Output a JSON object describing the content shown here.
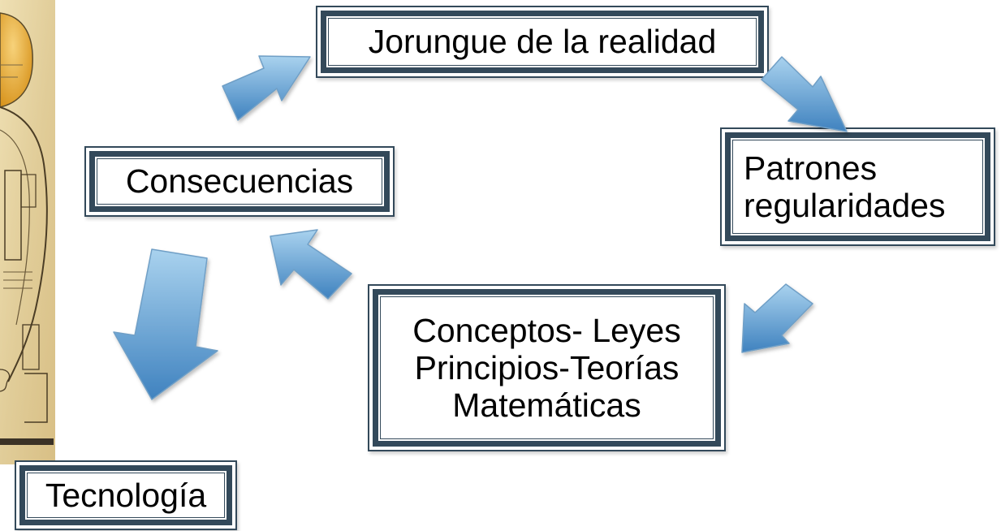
{
  "diagram": {
    "nodes": {
      "jorungue": {
        "label": "Jorungue de la realidad"
      },
      "patrones": {
        "lines": [
          "Patrones",
          "regularidades"
        ]
      },
      "consecuencias": {
        "label": "Consecuencias"
      },
      "conceptos": {
        "lines": [
          "Conceptos- Leyes",
          "Principios-Teorías",
          "Matemáticas"
        ]
      },
      "tecnologia": {
        "label": "Tecnología"
      }
    },
    "edges": [
      {
        "from": "consecuencias",
        "to": "jorungue"
      },
      {
        "from": "jorungue",
        "to": "patrones"
      },
      {
        "from": "patrones",
        "to": "conceptos"
      },
      {
        "from": "conceptos",
        "to": "consecuencias"
      },
      {
        "from": "consecuencias",
        "to": "tecnologia"
      }
    ],
    "colors": {
      "arrow_fill_top": "#a9d2ee",
      "arrow_fill_bottom": "#3f82bf",
      "box_border": "#33495a",
      "image_paper": "#e4d3a3",
      "image_bulb": "#e2a52c"
    },
    "side_image": {
      "description_icon": "light-bulb-patent-drawing-icon"
    }
  }
}
